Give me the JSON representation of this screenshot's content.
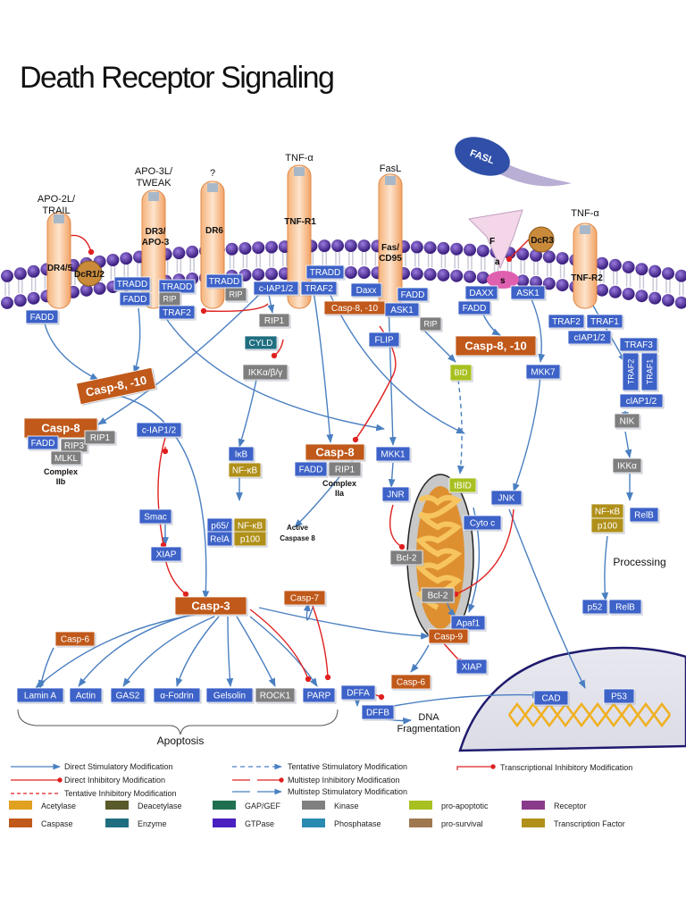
{
  "title": "Death Receptor Signaling",
  "ligands": {
    "trail": "APO-2L/",
    "trail2": "TRAIL",
    "tweak": "APO-3L/",
    "tweak2": "TWEAK",
    "unknown": "?",
    "tnfa1": "TNF-α",
    "fasl": "FasL",
    "tnfa2": "TNF-α",
    "fasl_ball": "FASL"
  },
  "receptors": {
    "dr45": "DR4/5",
    "dcr12": "DcR1/2",
    "dr3": "DR3/",
    "dr3b": "APO-3",
    "dr6": "DR6",
    "tnfr1": "TNF-R1",
    "fas": "Fas/",
    "fas2": "CD95",
    "dcr3": "DcR3",
    "tnfr2": "TNF-R2",
    "fas_f": "F",
    "fas_a": "a",
    "fas_s": "s"
  },
  "nodes": {
    "fadd1": "FADD",
    "tradd1": "TRADD",
    "fadd2": "FADD",
    "tradd2": "TRADD",
    "rip1": "RIP",
    "traf2a": "TRAF2",
    "tradd3": "TRADD",
    "rip2": "RIP",
    "ciap12a": "c-IAP1/2",
    "tradd4": "TRADD",
    "traf2b": "TRAF2",
    "daxx1": "Daxx",
    "fadd3": "FADD",
    "casp810a": "Casp-8, -10",
    "ask1a": "ASK1",
    "rip3": "RIP",
    "daxx2": "DAXX",
    "fadd4": "FADD",
    "ask1b": "ASK1",
    "casp810b": "Casp-8, -10",
    "traf2c": "TRAF2",
    "traf1a": "TRAF1",
    "ciap12b": "cIAP1/2",
    "traf3": "TRAF3",
    "traf2d": "TRAF2",
    "traf1b": "TRAF1",
    "ciap12c": "clAP1/2",
    "rip1b": "RIP1",
    "cyld": "CYLD",
    "ikkabg": "IKKα/β/γ",
    "flip": "FLIP",
    "bid": "BID",
    "mkk7": "MKK7",
    "nik": "NIK",
    "casp810c": "Casp-8, -10",
    "casp8a": "Casp-8",
    "fadd5": "FADD",
    "rip3b": "RIP3",
    "rip1c": "RIP1",
    "mlkl": "MLKL",
    "complex2b": "Complex",
    "complex2b2": "IIb",
    "ciap12d": "c-IAP1/2",
    "ikb": "IκB",
    "nfkb1": "NF-κB",
    "casp8b": "Casp-8",
    "fadd6": "FADD",
    "rip1d": "RIP1",
    "complex2a": "Complex",
    "complex2a2": "IIa",
    "mkk1": "MKK1",
    "tbid": "tBID",
    "jnk1": "JNK",
    "ikka": "IKKα",
    "jnr": "JNR",
    "nfkb2": "NF-κB",
    "p100a": "p100",
    "relb1": "RelB",
    "smac": "Smac",
    "p65": "p65/",
    "rela": "RelA",
    "nfkb3": "NF-κB",
    "p100b": "p100",
    "active": "Active",
    "active2": "Caspase 8",
    "cytoc": "Cyto  c",
    "bcl2a": "Bcl-2",
    "bcl2b": "Bcl-2",
    "xiap1": "XIAP",
    "processing": "Processing",
    "p52": "p52",
    "relb2": "RelB",
    "casp3": "Casp-3",
    "casp7": "Casp-7",
    "apaf1": "Apaf1",
    "casp6a": "Casp-6",
    "casp9": "Casp-9",
    "xiap2": "XIAP",
    "casp6b": "Casp-6",
    "lamina": "Lamin A",
    "actin": "Actin",
    "gas2": "GAS2",
    "fodrin": "α-Fodrin",
    "gelsolin": "Gelsolin",
    "rock1": "ROCK1",
    "parp": "PARP",
    "dffa": "DFFA",
    "cad": "CAD",
    "p53": "P53",
    "dffb": "DFFB",
    "dna": "DNA",
    "dna2": "Fragmentation",
    "apoptosis": "Apoptosis"
  },
  "legend": {
    "direct_stim": "Direct Stimulatory Modification",
    "tent_stim": "Tentative Stimulatory Modification",
    "transc_inh": "Transcriptional Inhibitory Modification",
    "direct_inh": "Direct Inhibitory Modification",
    "multi_inh": "Multistep Inhibitory Modification",
    "tent_inh": "Tentative Inhibitory Modification",
    "multi_stim": "Multistep Stimulatory Modification",
    "acetylase": "Acetylase",
    "deacetylase": "Deacetylase",
    "gap": "GAP/GEF",
    "kinase": "Kinase",
    "proapop": "pro-apoptotic",
    "receptor": "Receptor",
    "caspase": "Caspase",
    "enzyme": "Enzyme",
    "gtpase": "GTPase",
    "phosphatase": "Phosphatase",
    "prosurv": "pro-survival",
    "tf": "Transcription Factor"
  },
  "colors": {
    "blue": "#3d62c8",
    "gray": "#7f7f7f",
    "orange": "#c0591a",
    "olive": "#b0901a",
    "lime": "#a8c020",
    "teal": "#1f6e80",
    "membrane": "#4b2f8f",
    "arrow": "#4a7fc1",
    "inhibit": "#e02020"
  }
}
